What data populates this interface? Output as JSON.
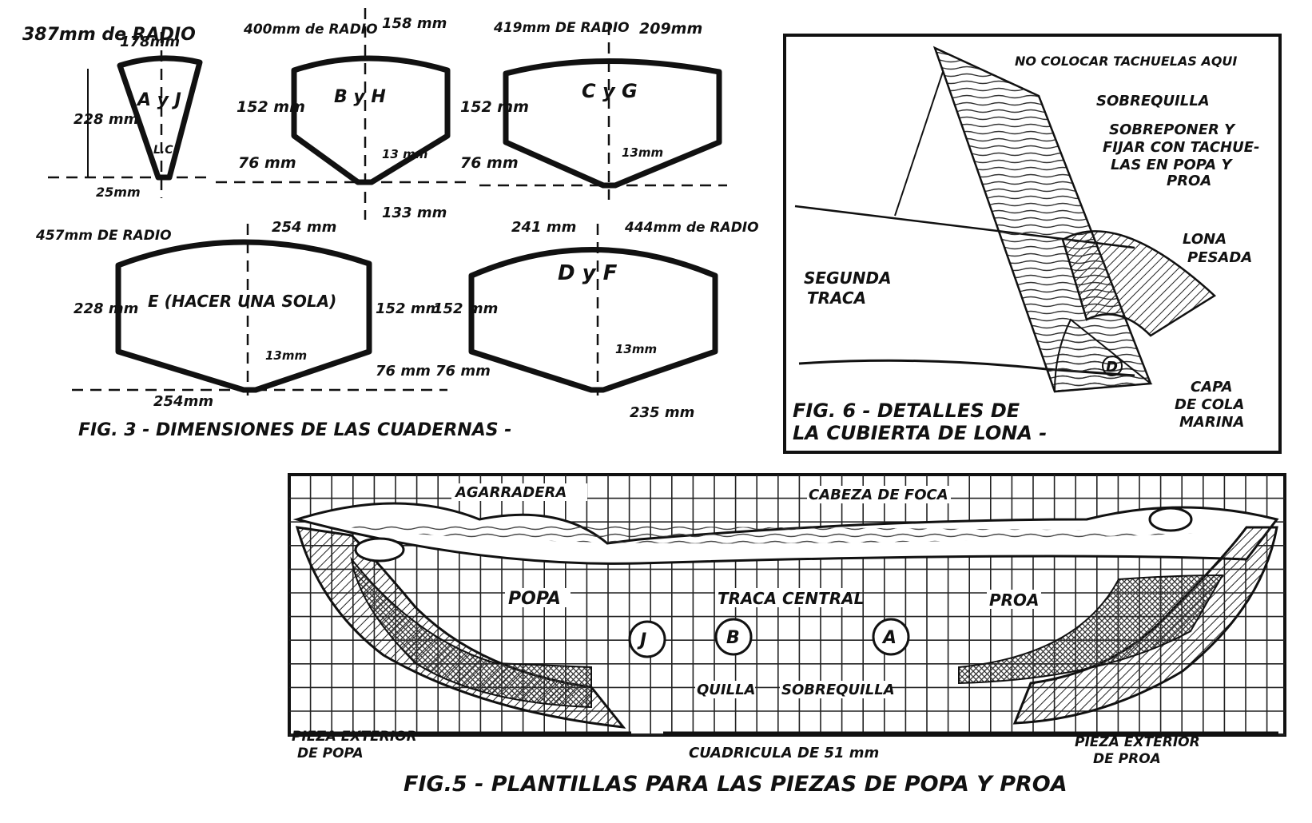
{
  "fig3": {
    "caption": "FIG. 3 - DIMENSIONES DE LAS CUADERNAS -",
    "frame_aj": {
      "label": "A y J",
      "radius": "387mm de RADIO",
      "width": "178mm",
      "height": "228 mm",
      "base": "25mm",
      "lc": "L.C."
    },
    "frame_bh": {
      "label": "B y H",
      "radius": "400mm de RADIO",
      "top": "158 mm",
      "h1": "152 mm",
      "h2": "76 mm",
      "gap": "13 mm",
      "bottom": "133 mm"
    },
    "frame_cg": {
      "label": "C y G",
      "radius": "419mm DE RADIO",
      "top": "209mm",
      "h1": "152 mm",
      "h2": "76 mm",
      "gap": "13mm"
    },
    "frame_e": {
      "label": "E (HACER UNA SOLA)",
      "radius": "457mm DE RADIO",
      "top": "254 mm",
      "height": "228 mm",
      "h1": "152 mm",
      "h2": "76 mm",
      "gap": "13mm",
      "bottom": "254mm"
    },
    "frame_df": {
      "label": "D y F",
      "radius": "444mm de RADIO",
      "top": "241 mm",
      "h1": "152 mm",
      "h2": "76 mm",
      "gap": "13mm",
      "bottom": "235 mm"
    }
  },
  "fig6": {
    "caption_line1": "FIG. 6 - DETALLES DE",
    "caption_line2": "LA CUBIERTA DE LONA -",
    "labels": {
      "no_tacks": "NO COLOCAR TACHUELAS AQUI",
      "sobrequilla": "SOBREQUILLA",
      "overlap_1": "SOBREPONER Y",
      "overlap_2": "FIJAR CON TACHUE-",
      "overlap_3": "LAS EN POPA Y",
      "overlap_4": "PROA",
      "lona_1": "LONA",
      "lona_2": "PESADA",
      "segunda_1": "SEGUNDA",
      "segunda_2": "TRACA",
      "capa_1": "CAPA",
      "capa_2": "DE COLA",
      "capa_3": "MARINA",
      "marker": "D"
    }
  },
  "fig5": {
    "caption": "FIG.5 - PLANTILLAS PARA LAS PIEZAS DE POPA Y PROA",
    "labels": {
      "agarradera": "AGARRADERA",
      "cabeza": "CABEZA DE FOCA",
      "popa": "POPA",
      "traca": "TRACA CENTRAL",
      "proa": "PROA",
      "quilla": "QUILLA",
      "sobrequilla": "SOBREQUILLA",
      "cuadricula": "CUADRICULA DE 51 mm",
      "ext_popa_1": "PIEZA EXTERIOR",
      "ext_popa_2": "DE POPA",
      "ext_proa_1": "PIEZA EXTERIOR",
      "ext_proa_2": "DE PROA"
    },
    "markers": [
      "J",
      "B",
      "A"
    ]
  }
}
